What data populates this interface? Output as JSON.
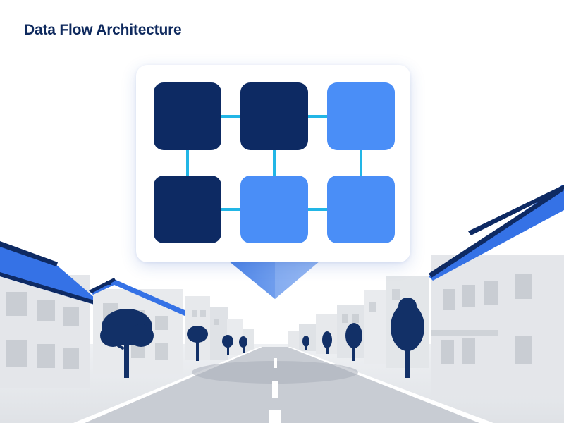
{
  "diagram": {
    "title": "Data Flow Architecture",
    "grid": {
      "rows": 2,
      "cols": 3
    },
    "nodes": [
      {
        "id": "node-r1-c1",
        "tone": "dark"
      },
      {
        "id": "node-r1-c2",
        "tone": "dark"
      },
      {
        "id": "node-r1-c3",
        "tone": "light"
      },
      {
        "id": "node-r2-c1",
        "tone": "dark"
      },
      {
        "id": "node-r2-c2",
        "tone": "light"
      },
      {
        "id": "node-r2-c3",
        "tone": "light"
      }
    ],
    "connections": [
      [
        "node-r1-c1",
        "node-r1-c2"
      ],
      [
        "node-r1-c2",
        "node-r1-c3"
      ],
      [
        "node-r2-c1",
        "node-r2-c2"
      ],
      [
        "node-r2-c2",
        "node-r2-c3"
      ],
      [
        "node-r1-c1",
        "node-r2-c1"
      ],
      [
        "node-r1-c2",
        "node-r2-c2"
      ],
      [
        "node-r1-c3",
        "node-r2-c3"
      ]
    ]
  },
  "colors": {
    "dark_node": "#0d2a63",
    "light_node": "#4a8ef7",
    "connector": "#22b6e6",
    "roof": "#2f6ee6",
    "tree": "#123067",
    "building": "#e4e6ea",
    "road": "#c8ccd3",
    "title": "#0f2a5e"
  },
  "scene": {
    "type": "street-perspective",
    "pointer": "down-arrow",
    "icons": [
      "house-icon",
      "tree-icon",
      "road-icon"
    ]
  }
}
